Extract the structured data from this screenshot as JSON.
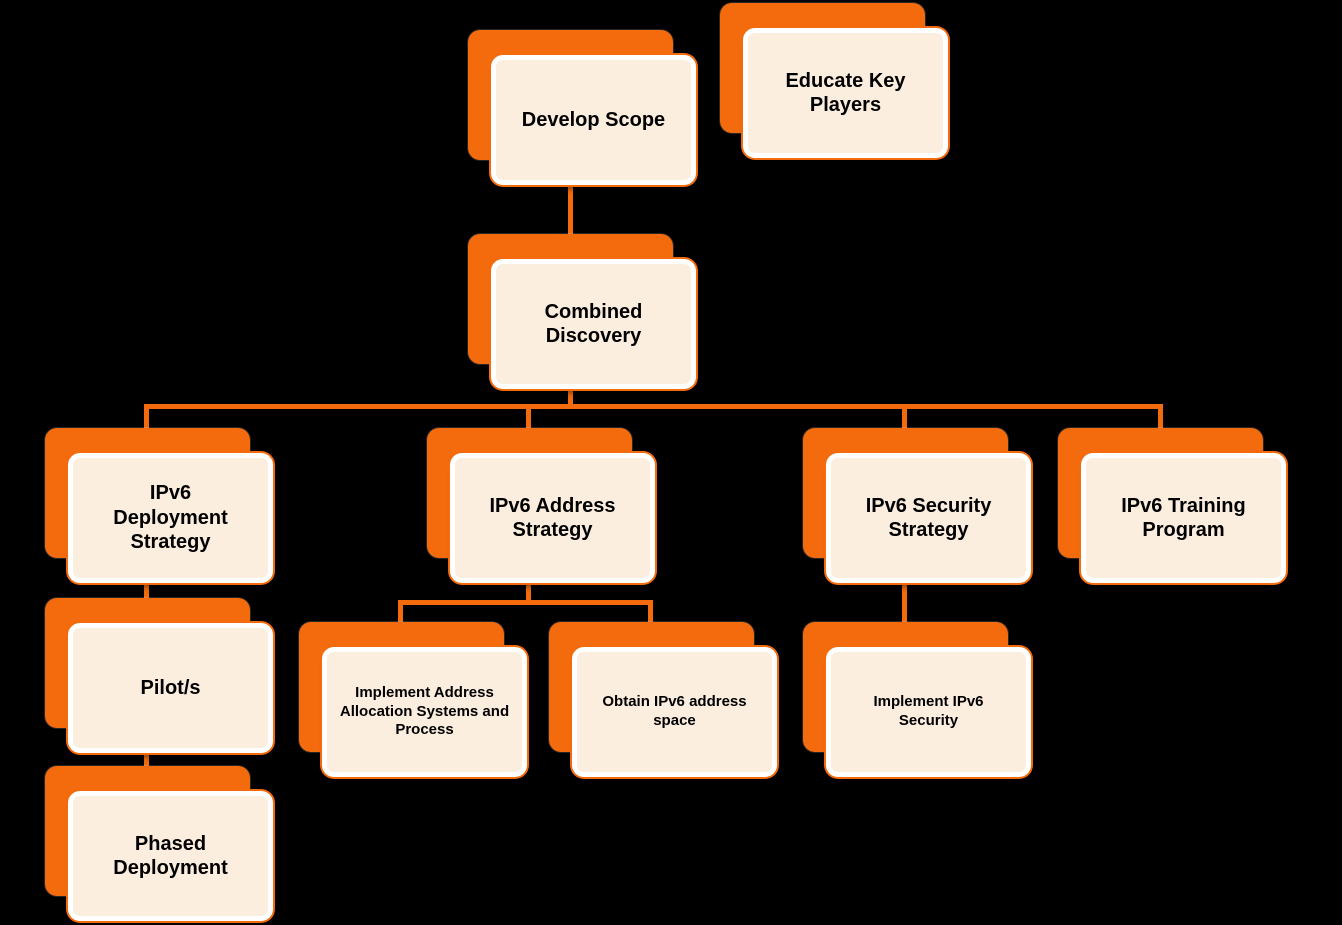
{
  "diagram": {
    "background_color": "#000000",
    "accent_color": "#F36B0C",
    "node_fill_color": "#FCEEDF",
    "node_border_color": "#FFFFFF",
    "text_color": "#000000",
    "nodes": {
      "develop_scope": {
        "label": "Develop Scope"
      },
      "educate_key_players": {
        "label": "Educate Key\nPlayers"
      },
      "combined_discovery": {
        "label": "Combined\nDiscovery"
      },
      "ipv6_deployment_strategy": {
        "label": "IPv6\nDeployment\nStrategy"
      },
      "ipv6_address_strategy": {
        "label": "IPv6 Address\nStrategy"
      },
      "ipv6_security_strategy": {
        "label": "IPv6 Security\nStrategy"
      },
      "ipv6_training_program": {
        "label": "IPv6 Training\nProgram"
      },
      "pilots": {
        "label": "Pilot/s"
      },
      "phased_deployment": {
        "label": "Phased\nDeployment"
      },
      "implement_address_allocation": {
        "label": "Implement Address\nAllocation Systems and\nProcess"
      },
      "obtain_ipv6_address_space": {
        "label": "Obtain IPv6 address\nspace"
      },
      "implement_ipv6_security": {
        "label": "Implement IPv6\nSecurity"
      }
    },
    "edges": [
      {
        "from": "develop_scope",
        "to": "combined_discovery"
      },
      {
        "from": "combined_discovery",
        "to": "ipv6_deployment_strategy"
      },
      {
        "from": "combined_discovery",
        "to": "ipv6_address_strategy"
      },
      {
        "from": "combined_discovery",
        "to": "ipv6_security_strategy"
      },
      {
        "from": "combined_discovery",
        "to": "ipv6_training_program"
      },
      {
        "from": "ipv6_deployment_strategy",
        "to": "pilots"
      },
      {
        "from": "pilots",
        "to": "phased_deployment"
      },
      {
        "from": "ipv6_address_strategy",
        "to": "implement_address_allocation"
      },
      {
        "from": "ipv6_address_strategy",
        "to": "obtain_ipv6_address_space"
      },
      {
        "from": "ipv6_security_strategy",
        "to": "implement_ipv6_security"
      }
    ]
  }
}
